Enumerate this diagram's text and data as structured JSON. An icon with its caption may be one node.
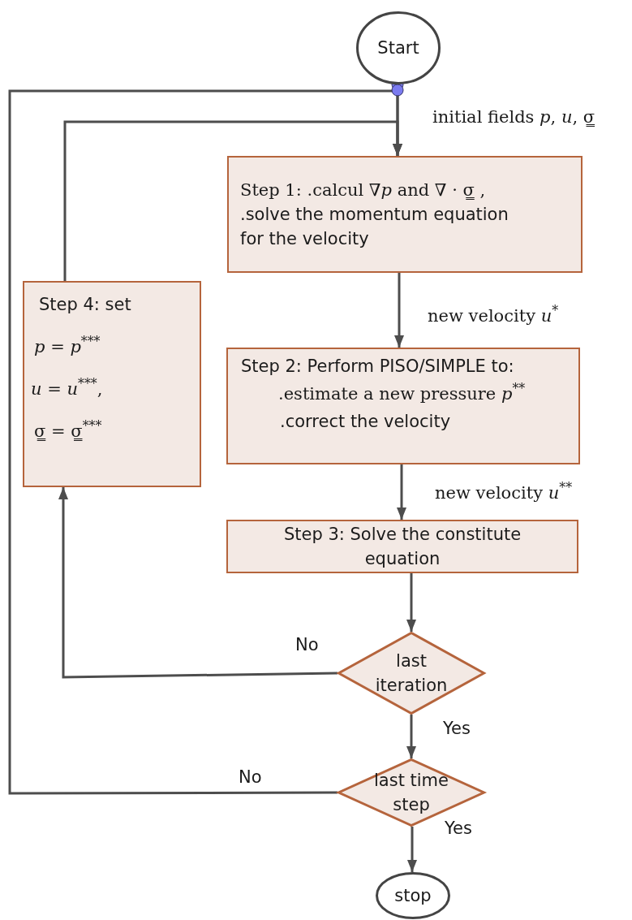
{
  "diagram": {
    "nodes": [
      {
        "text": [
          "Start"
        ]
      },
      {
        "text": [
          "Step 1: .calcul ∇*p* and ∇ · σ̳ ,",
          ".solve the momentum equation for the velocity"
        ]
      },
      {
        "text": [
          "Step 2: Perform PISO/SIMPLE to:",
          ".estimate a new pressure *p*$^{**}$",
          ".correct the velocity"
        ]
      },
      {
        "text": [
          "Step 3: Solve the constitute equation"
        ]
      },
      {
        "text": [
          "last iteration"
        ]
      },
      {
        "text": [
          "last time step"
        ]
      },
      {
        "text": [
          "stop"
        ]
      },
      {
        "text": [
          "Step 4: set",
          "*p* = *p*$^{***}$",
          "*u* = *u*$^{***}$,",
          "σ̳ = σ̳$^{***}$"
        ]
      }
    ],
    "edges": [
      {
        "from": 0,
        "to": 1,
        "arrow": "to",
        "label": "initial fields *p*, *u*, σ̳"
      },
      {
        "from": 1,
        "to": 2,
        "arrow": "to",
        "label": "new velocity *u*$^{*}$"
      },
      {
        "from": 2,
        "to": 3,
        "arrow": "to",
        "label": "new velocity *u*$^{**}$"
      },
      {
        "from": 3,
        "to": 4,
        "arrow": "to"
      },
      {
        "from": 4,
        "to": 7,
        "arrow": "to",
        "label": "No"
      },
      {
        "from": 4,
        "to": 5,
        "arrow": "to",
        "label": "Yes"
      },
      {
        "from": 5,
        "to": 6,
        "arrow": "to",
        "label": "Yes"
      },
      {
        "from": 5,
        "to": 1,
        "arrow": "to",
        "label": "No"
      },
      {
        "from": 7,
        "to": 1,
        "arrow": "to"
      }
    ]
  }
}
